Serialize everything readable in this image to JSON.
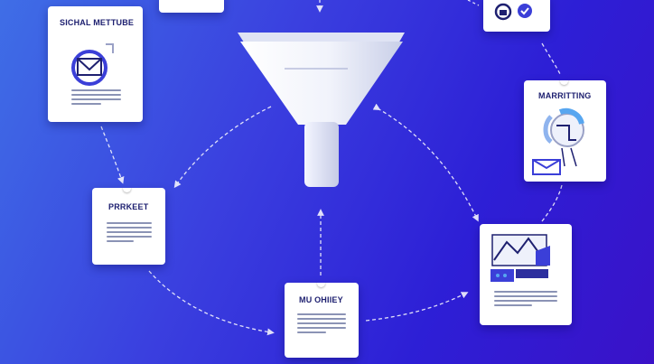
{
  "diagram": {
    "cards": [
      {
        "id": "social",
        "title": "SICHAL METTUBE",
        "icon": "email-icon"
      },
      {
        "id": "top",
        "title": "",
        "icon": ""
      },
      {
        "id": "top-right",
        "title": "",
        "icon": "lock-icon"
      },
      {
        "id": "marketing",
        "title": "MARRITTING",
        "icon": "email-icon"
      },
      {
        "id": "produkt",
        "title": "PRRKEET",
        "icon": ""
      },
      {
        "id": "chart",
        "title": "",
        "icon": "chart-icon"
      },
      {
        "id": "bottom",
        "title": "MU OHIIEY",
        "icon": ""
      }
    ],
    "funnel": {
      "icon": "funnel-icon"
    }
  },
  "colors": {
    "background_start": "#3f6ee6",
    "background_end": "#2d1fd6",
    "card": "#ffffff",
    "ink": "#1e2070",
    "accent": "#3b3fd8"
  }
}
